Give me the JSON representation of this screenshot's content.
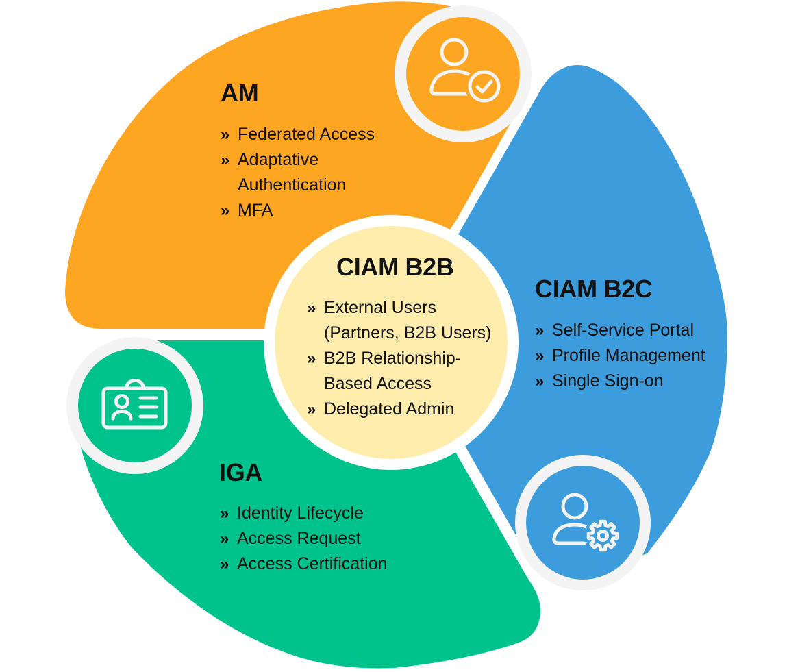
{
  "colors": {
    "am": "#FEA521",
    "ciam_b2c": "#3D9DDC",
    "iga": "#00C28D",
    "ciam_b2b": "#FFEDAE",
    "ring": "#F4F4F4",
    "gap": "#FFFFFF",
    "text": "#111111"
  },
  "bullet": "»",
  "segments": {
    "am": {
      "title": "AM",
      "icon": "user-check-icon",
      "items": [
        {
          "lines": [
            "Federated Access"
          ]
        },
        {
          "lines": [
            "Adaptative",
            "Authentication"
          ]
        },
        {
          "lines": [
            "MFA"
          ]
        }
      ]
    },
    "ciam_b2b": {
      "title": "CIAM B2B",
      "items": [
        {
          "lines": [
            "External Users",
            "(Partners, B2B Users)"
          ]
        },
        {
          "lines": [
            "B2B Relationship-",
            "Based Access"
          ]
        },
        {
          "lines": [
            "Delegated Admin"
          ]
        }
      ]
    },
    "ciam_b2c": {
      "title": "CIAM B2C",
      "icon": "user-gear-icon",
      "items": [
        {
          "lines": [
            "Self-Service Portal"
          ]
        },
        {
          "lines": [
            "Profile Management"
          ]
        },
        {
          "lines": [
            "Single Sign-on"
          ]
        }
      ]
    },
    "iga": {
      "title": "IGA",
      "icon": "id-badge-icon",
      "items": [
        {
          "lines": [
            "Identity Lifecycle"
          ]
        },
        {
          "lines": [
            "Access Request"
          ]
        },
        {
          "lines": [
            "Access Certification"
          ]
        }
      ]
    }
  }
}
